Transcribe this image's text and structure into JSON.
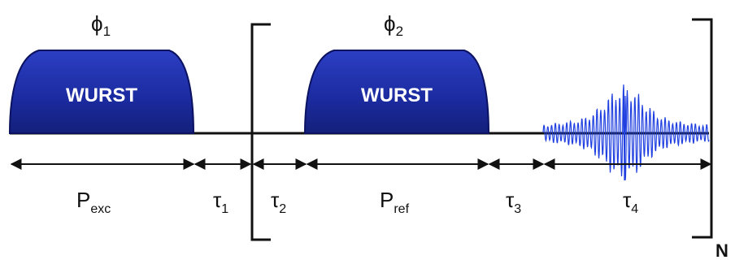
{
  "pulses": [
    {
      "label": "WURST"
    },
    {
      "label": "WURST"
    }
  ],
  "phases": [
    {
      "symbol": "ϕ",
      "sub": "1"
    },
    {
      "symbol": "ϕ",
      "sub": "2"
    }
  ],
  "intervals": [
    {
      "symbol": "P",
      "sub": "exc"
    },
    {
      "symbol": "τ",
      "sub": "1"
    },
    {
      "symbol": "τ",
      "sub": "2"
    },
    {
      "symbol": "P",
      "sub": "ref"
    },
    {
      "symbol": "τ",
      "sub": "3"
    },
    {
      "symbol": "τ",
      "sub": "4"
    }
  ],
  "loop": {
    "count_label": "N"
  },
  "colors": {
    "pulse_fill": "#1b2a9e",
    "pulse_fill_light": "#3a4fd0",
    "echo": "#1f3fe0",
    "lines": "#111111"
  }
}
